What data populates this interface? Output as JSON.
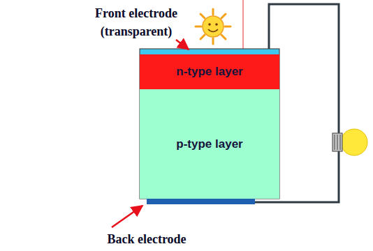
{
  "diagram": {
    "nodes": [
      {
        "text": [
          "n-type layer"
        ]
      },
      {
        "text": [
          "p-type layer"
        ]
      }
    ],
    "labels": [
      "Front electrode (transparent)",
      "Back electrode"
    ]
  }
}
